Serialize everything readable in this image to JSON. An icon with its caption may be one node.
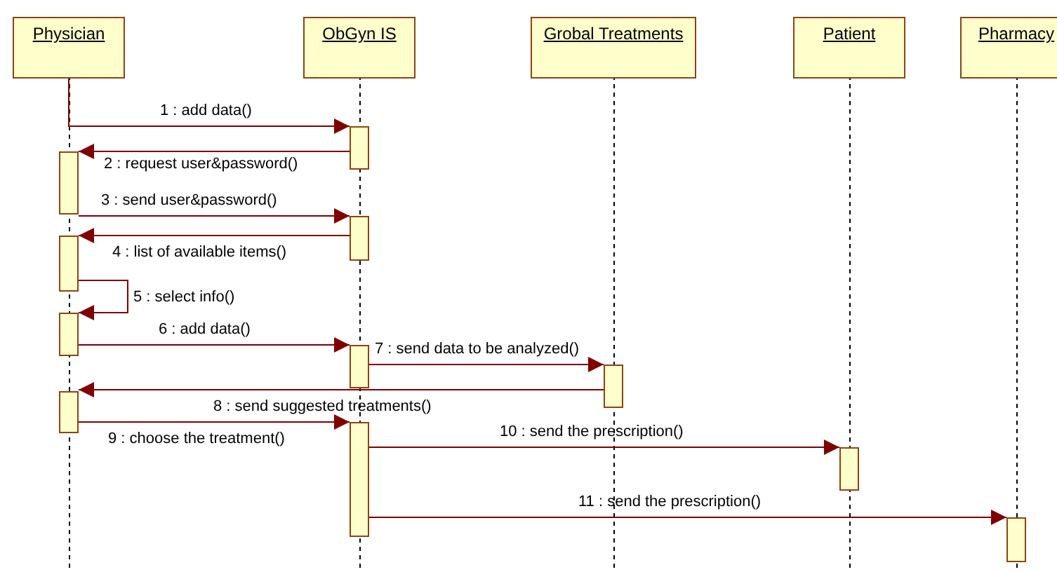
{
  "diagram": {
    "nodes": [
      {
        "text": [
          "Physician"
        ]
      },
      {
        "text": [
          "ObGyn IS"
        ]
      },
      {
        "text": [
          "Grobal Treatments"
        ]
      },
      {
        "text": [
          "Patient"
        ]
      },
      {
        "text": [
          "Pharmacy"
        ]
      },
      {
        "text": [],
        "shape": "bar",
        "in": 1
      },
      {
        "text": [],
        "shape": "bar",
        "in": 0
      },
      {
        "text": [],
        "shape": "bar",
        "in": 1
      },
      {
        "text": [],
        "shape": "bar",
        "in": 0
      },
      {
        "text": [],
        "shape": "bar",
        "in": 0
      },
      {
        "text": [],
        "shape": "bar",
        "in": 1
      },
      {
        "text": [],
        "shape": "bar",
        "in": 2
      },
      {
        "text": [],
        "shape": "bar",
        "in": 0
      },
      {
        "text": [],
        "shape": "bar",
        "in": 1
      },
      {
        "text": [],
        "shape": "bar",
        "in": 3
      },
      {
        "text": [],
        "shape": "bar",
        "in": 4
      }
    ],
    "edges": [
      {
        "from": 0,
        "to": 5,
        "arrow": "to",
        "label": "1 : add data()"
      },
      {
        "from": 5,
        "to": 6,
        "arrow": "to",
        "label": "2 : request user&password()"
      },
      {
        "from": 6,
        "to": 7,
        "arrow": "to",
        "label": "3 : send user&password()"
      },
      {
        "from": 7,
        "to": 8,
        "arrow": "to",
        "label": "4 : list of available items()"
      },
      {
        "from": 8,
        "to": 9,
        "arrow": "to",
        "label": "5 : select info()"
      },
      {
        "from": 9,
        "to": 10,
        "arrow": "to",
        "label": "6 : add data()"
      },
      {
        "from": 10,
        "to": 11,
        "arrow": "to",
        "label": "7 : send data to be analyzed()"
      },
      {
        "from": 11,
        "to": 12,
        "arrow": "to",
        "label": "8 : send suggested treatments()"
      },
      {
        "from": 12,
        "to": 13,
        "arrow": "to",
        "label": "9 : choose the treatment()"
      },
      {
        "from": 13,
        "to": 14,
        "arrow": "to",
        "label": "10 : send the prescription()"
      },
      {
        "from": 13,
        "to": 15,
        "arrow": "to",
        "label": "11 : send the prescription()"
      }
    ]
  }
}
